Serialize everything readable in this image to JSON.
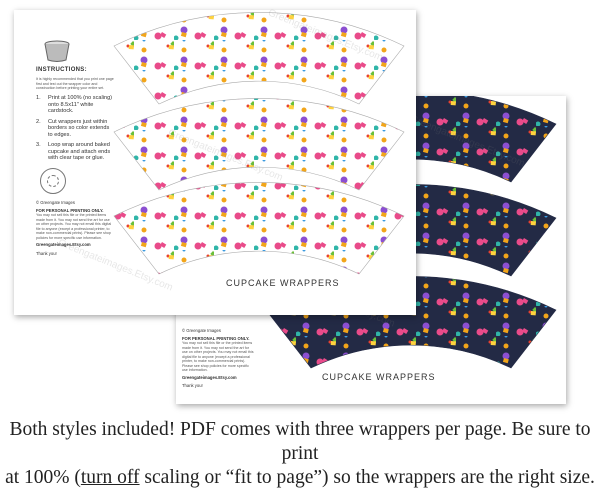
{
  "front_page": {
    "instructions_title": "INSTRUCTIONS:",
    "intro": "It is highly recommended that you print one page first and test out the wrapper color and construction before printing your entire set.",
    "steps": [
      {
        "n": "1.",
        "text": "Print at 100% (no scaling) onto 8.5x11\" white cardstock."
      },
      {
        "n": "2.",
        "text": "Cut wrappers just within borders so color extends to edges."
      },
      {
        "n": "3.",
        "text": "Loop wrap around baked cupcake and attach ends with clear tape or glue."
      }
    ],
    "copyright": "© Greengate Images",
    "personal_title": "FOR PERSONAL PRINTING ONLY.",
    "personal_text": "You may not sell this file or the printed items made from it. You may not send the art for use on other projects. You may not email this digital file to anyone (except a professional printer, to make non-commercial prints). Please see shop policies for more specific use information.",
    "shop": "Greengateimages.Etsy.com",
    "thanks": "Thank you!",
    "label": "CUPCAKE WRAPPERS",
    "style": "white"
  },
  "back_page": {
    "copyright": "© Greengate Images",
    "personal_title": "FOR PERSONAL PRINTING ONLY.",
    "personal_text": "You may not sell this file or the printed items made from it. You may not send the art for use on other projects. You may not email this digital file to anyone (except a professional printer, to make non-commercial prints). Please see shop policies for more specific use information.",
    "shop": "Greengateimages.Etsy.com",
    "thanks": "Thank you!",
    "label": "CUPCAKE WRAPPERS",
    "style": "navy"
  },
  "watermark": "Greengateimages.Etsy.com",
  "caption": {
    "line1": "Both styles included! PDF comes with three wrappers per page. Be sure to print",
    "line2_pre": "at 100% (",
    "line2_underlined": "turn off",
    "line2_post": " scaling or “fit to page”) so the wrappers are the right size."
  },
  "colors": {
    "navy": "#232a45",
    "white_bg": "#ffffff"
  }
}
